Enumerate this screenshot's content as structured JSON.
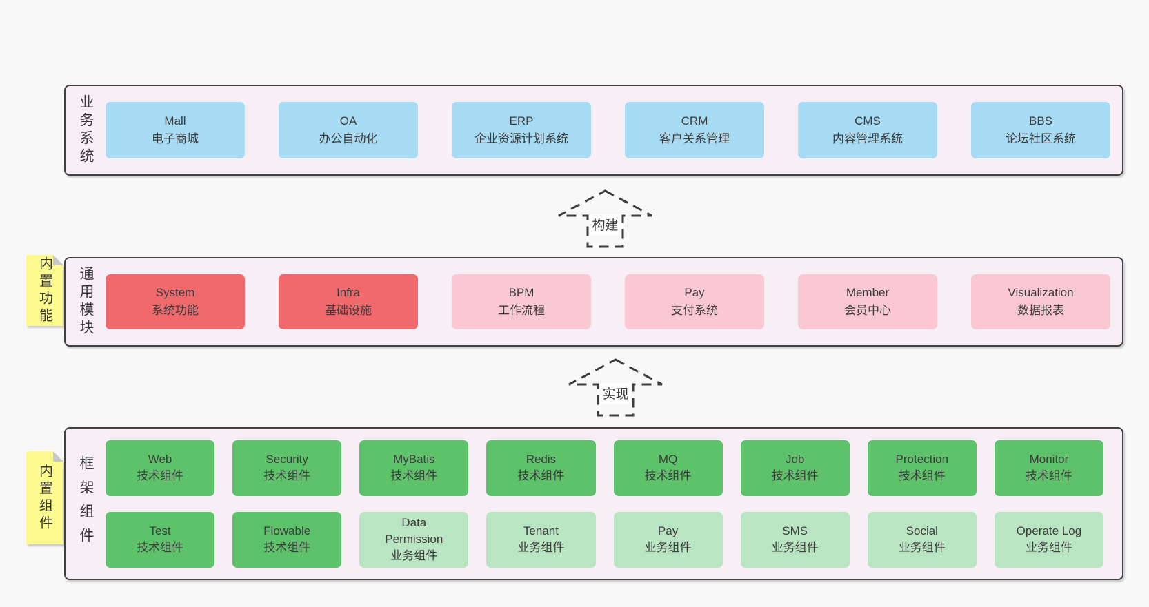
{
  "colors": {
    "page_bg": "#f8f8f8",
    "panel_bg": "#f8eef5",
    "panel_border": "#404040",
    "blue_box": "#a7daf3",
    "red_box": "#f0696c",
    "pink_box": "#f9c8d3",
    "green_dark_box": "#5ec26a",
    "green_light_box": "#b9e5c2",
    "note_yellow": "#fcf98e",
    "note_fold": "#c8c8c8",
    "text": "#3c3c3c"
  },
  "arrows": {
    "build": "构建",
    "implement": "实现"
  },
  "sections": {
    "business": {
      "label": "业务系统",
      "boxes": [
        {
          "en": "Mall",
          "zh": "电子商城"
        },
        {
          "en": "OA",
          "zh": "办公自动化"
        },
        {
          "en": "ERP",
          "zh": "企业资源计划系统"
        },
        {
          "en": "CRM",
          "zh": "客户关系管理"
        },
        {
          "en": "CMS",
          "zh": "内容管理系统"
        },
        {
          "en": "BBS",
          "zh": "论坛社区系统"
        }
      ]
    },
    "modules": {
      "note": "内置功能",
      "label": "通用模块",
      "boxes": [
        {
          "en": "System",
          "zh": "系统功能"
        },
        {
          "en": "Infra",
          "zh": "基础设施"
        },
        {
          "en": "BPM",
          "zh": "工作流程"
        },
        {
          "en": "Pay",
          "zh": "支付系统"
        },
        {
          "en": "Member",
          "zh": "会员中心"
        },
        {
          "en": "Visualization",
          "zh": "数据报表"
        }
      ]
    },
    "framework": {
      "note": "内置组件",
      "label": "框架组件",
      "row1": [
        {
          "en": "Web",
          "zh": "技术组件"
        },
        {
          "en": "Security",
          "zh": "技术组件"
        },
        {
          "en": "MyBatis",
          "zh": "技术组件"
        },
        {
          "en": "Redis",
          "zh": "技术组件"
        },
        {
          "en": "MQ",
          "zh": "技术组件"
        },
        {
          "en": "Job",
          "zh": "技术组件"
        },
        {
          "en": "Protection",
          "zh": "技术组件"
        },
        {
          "en": "Monitor",
          "zh": "技术组件"
        }
      ],
      "row2": [
        {
          "en": "Test",
          "zh": "技术组件"
        },
        {
          "en": "Flowable",
          "zh": "技术组件"
        },
        {
          "en": "Data\nPermission",
          "zh": "业务组件"
        },
        {
          "en": "Tenant",
          "zh": "业务组件"
        },
        {
          "en": "Pay",
          "zh": "业务组件"
        },
        {
          "en": "SMS",
          "zh": "业务组件"
        },
        {
          "en": "Social",
          "zh": "业务组件"
        },
        {
          "en": "Operate Log",
          "zh": "业务组件"
        }
      ]
    }
  }
}
